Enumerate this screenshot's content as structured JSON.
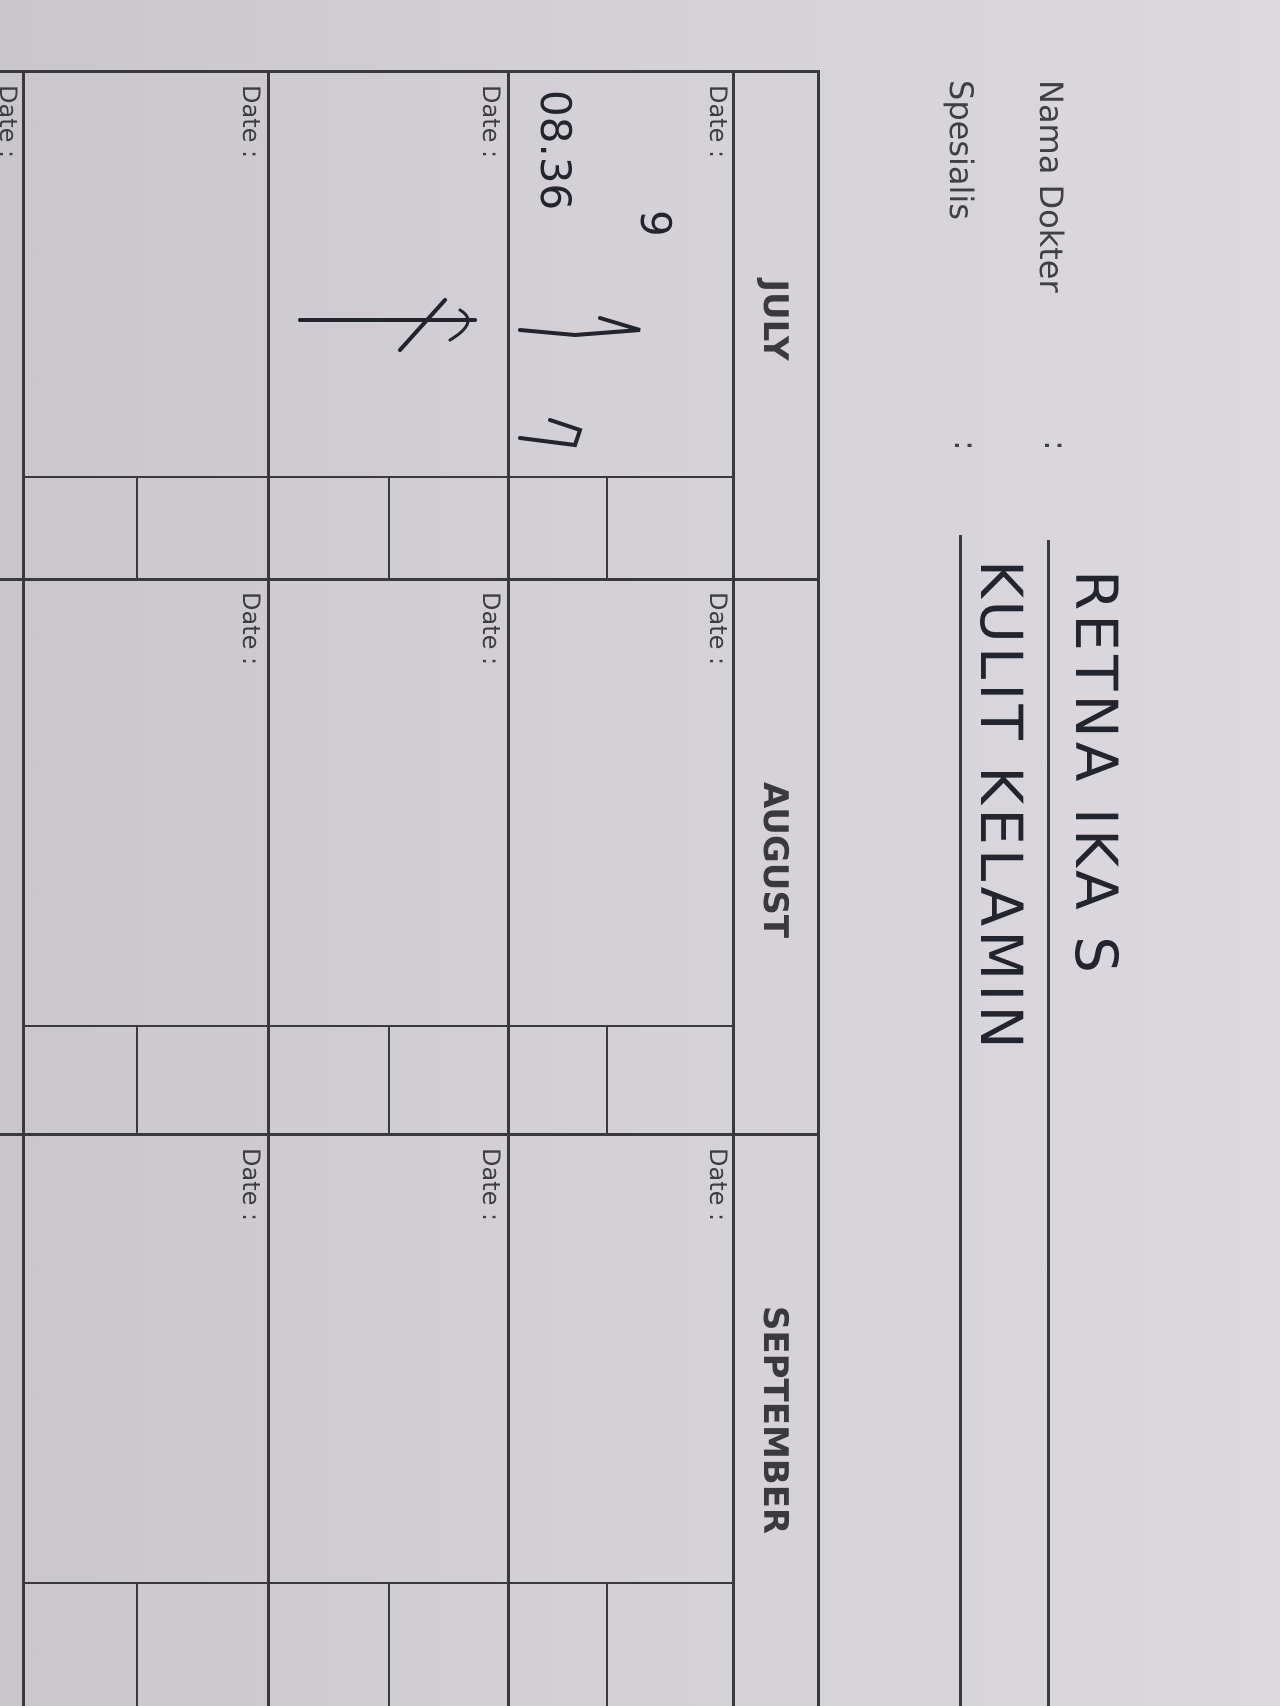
{
  "header": {
    "doctor_label": "Nama Dokter",
    "doctor_colon": ":",
    "doctor_value": "RETNA IKA S",
    "specialist_label": "Spesialis",
    "specialist_colon": ":",
    "specialist_value": "KULIT KELAMIN"
  },
  "table": {
    "months": [
      "JULY",
      "AUGUST",
      "SEPTEMBER"
    ],
    "date_label": "Date :",
    "handwritten": {
      "july_row1_date": "9",
      "july_row1_time": "08.36"
    }
  }
}
